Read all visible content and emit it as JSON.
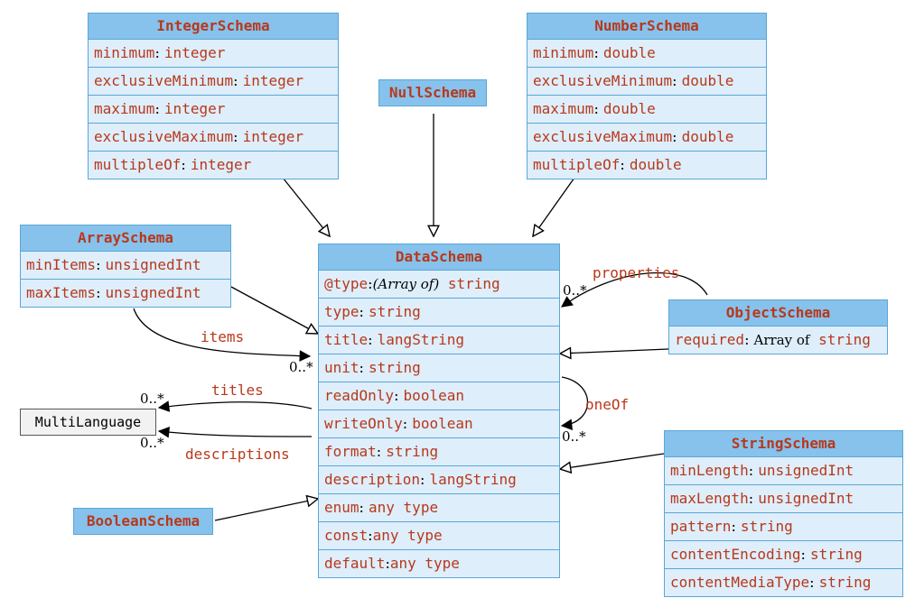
{
  "integer_schema": {
    "name": "IntegerSchema",
    "rows": [
      {
        "prop": "minimum",
        "type": "integer"
      },
      {
        "prop": "exclusiveMinimum",
        "type": "integer"
      },
      {
        "prop": "maximum",
        "type": "integer"
      },
      {
        "prop": "exclusiveMaximum",
        "type": "integer"
      },
      {
        "prop": "multipleOf",
        "type": "integer"
      }
    ]
  },
  "number_schema": {
    "name": "NumberSchema",
    "rows": [
      {
        "prop": "minimum",
        "type": "double"
      },
      {
        "prop": "exclusiveMinimum",
        "type": "double"
      },
      {
        "prop": "maximum",
        "type": "double"
      },
      {
        "prop": "exclusiveMaximum",
        "type": "double"
      },
      {
        "prop": "multipleOf",
        "type": "double"
      }
    ]
  },
  "null_schema": {
    "name": "NullSchema"
  },
  "array_schema": {
    "name": "ArraySchema",
    "rows": [
      {
        "prop": "minItems",
        "type": "unsignedInt"
      },
      {
        "prop": "maxItems",
        "type": "unsignedInt"
      }
    ]
  },
  "data_schema": {
    "name": "DataSchema",
    "atype": {
      "prop": "@type",
      "mid": "(Array of)",
      "type": "string"
    },
    "rows": [
      {
        "prop": "type",
        "type": "string"
      },
      {
        "prop": "title",
        "type": "langString"
      },
      {
        "prop": "unit",
        "type": "string"
      },
      {
        "prop": "readOnly",
        "type": "boolean"
      },
      {
        "prop": "writeOnly",
        "type": "boolean"
      },
      {
        "prop": "format",
        "type": "string"
      },
      {
        "prop": "description",
        "type": "langString"
      },
      {
        "prop": "enum",
        "type": "any type"
      },
      {
        "prop": "const",
        "type": "any type"
      },
      {
        "prop": "default",
        "type": "any type"
      }
    ]
  },
  "object_schema": {
    "name": "ObjectSchema",
    "required": {
      "prop": "required",
      "mid": "Array of",
      "type": "string"
    }
  },
  "string_schema": {
    "name": "StringSchema",
    "rows": [
      {
        "prop": "minLength",
        "type": "unsignedInt"
      },
      {
        "prop": "maxLength",
        "type": "unsignedInt"
      },
      {
        "prop": "pattern",
        "type": "string"
      },
      {
        "prop": "contentEncoding",
        "type": "string"
      },
      {
        "prop": "contentMediaType",
        "type": "string"
      }
    ]
  },
  "boolean_schema": {
    "name": "BooleanSchema"
  },
  "multi_language": {
    "name": "MultiLanguage"
  },
  "edges": {
    "properties": {
      "label": "properties",
      "mult": "0..*"
    },
    "items": {
      "label": "items",
      "mult": "0..*"
    },
    "oneOf": {
      "label": "oneOf",
      "mult": "0..*"
    },
    "titles": {
      "label": "titles",
      "mult": "0..*"
    },
    "descriptions": {
      "label": "descriptions",
      "mult": "0..*"
    }
  },
  "colors": {
    "header": "#86c2ec",
    "body": "#deeefb",
    "border": "#5aa7d6",
    "text": "#b8381b"
  }
}
